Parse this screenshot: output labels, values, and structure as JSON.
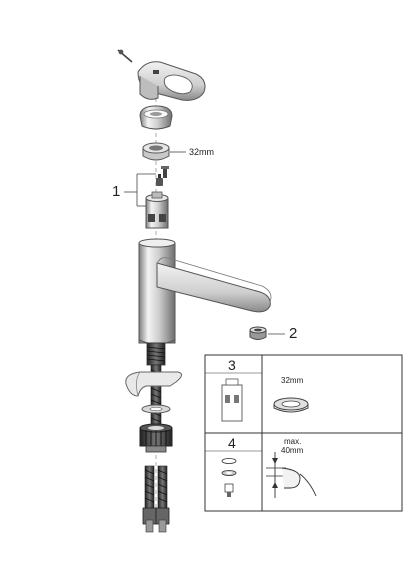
{
  "callouts": {
    "part_1": "1",
    "part_2": "2",
    "nut_size": "32mm"
  },
  "inset": {
    "box_3": {
      "number": "3",
      "size_label": "32mm"
    },
    "box_4": {
      "number": "4",
      "max_label_line1": "max.",
      "max_label_line2": "40mm"
    }
  }
}
